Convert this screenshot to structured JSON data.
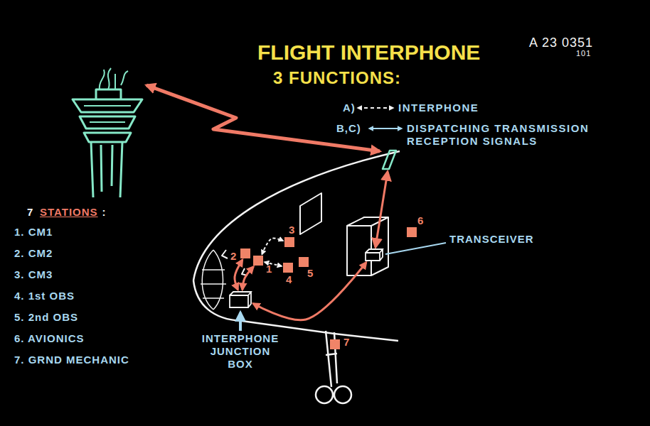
{
  "diagram": {
    "title": "FLIGHT INTERPHONE",
    "nodes": [
      {
        "text": [
          "1"
        ]
      },
      {
        "text": [
          "2"
        ]
      },
      {
        "text": [
          "3"
        ]
      },
      {
        "text": [
          "4"
        ]
      },
      {
        "text": [
          "5"
        ]
      },
      {
        "text": [
          "6"
        ]
      },
      {
        "text": [
          "7"
        ]
      },
      {
        "text": [
          "INTERPHONE JUNCTION BOX"
        ]
      },
      {
        "text": [
          "TRANSCEIVER"
        ]
      }
    ],
    "edges": [
      {
        "from": 7,
        "to": 0,
        "arrow": "both"
      },
      {
        "from": 7,
        "to": 1,
        "arrow": "both"
      },
      {
        "from": 7,
        "to": 8,
        "arrow": "both"
      },
      {
        "from": 0,
        "to": 2,
        "arrow": "both"
      },
      {
        "from": 0,
        "to": 3,
        "arrow": "both"
      }
    ],
    "labels": [
      "A 23 0351",
      "101",
      "3 FUNCTIONS:",
      "A)",
      "B,C)",
      "7",
      "STATIONS",
      ":",
      "1. CM1",
      "2. CM2",
      "3. CM3",
      "4. 1st OBS",
      "5. 2nd OBS",
      "6. AVIONICS",
      "7. GRND MECHANIC"
    ],
    "legend": [
      {
        "text": "INTERPHONE"
      },
      {
        "text": "DISPATCHING TRANSMISSION RECEPTION SIGNALS"
      }
    ]
  }
}
